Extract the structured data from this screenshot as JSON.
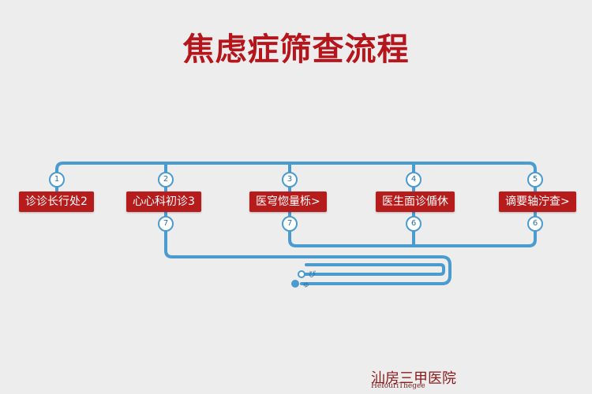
{
  "title": "焦虑症筛查流程",
  "steps": [
    {
      "num": "1",
      "label": "诊诊长行处2"
    },
    {
      "num": "2",
      "label": "心心科初诊3"
    },
    {
      "num": "3",
      "label": "医穹惚量栎>"
    },
    {
      "num": "4",
      "label": "医生面诊偱休"
    },
    {
      "num": "5",
      "label": "谪要轴泞查>"
    }
  ],
  "lower_badges": [
    "7",
    "7",
    "6",
    "6"
  ],
  "end_markers": [
    "ぴ",
    "ゅ"
  ],
  "footer": {
    "name": "汕房三甲医院",
    "subtitle": "HeIouriThegee"
  },
  "colors": {
    "title": "#b5151b",
    "node_fill": "#b71c1c",
    "connector": "#4a9bd0"
  }
}
